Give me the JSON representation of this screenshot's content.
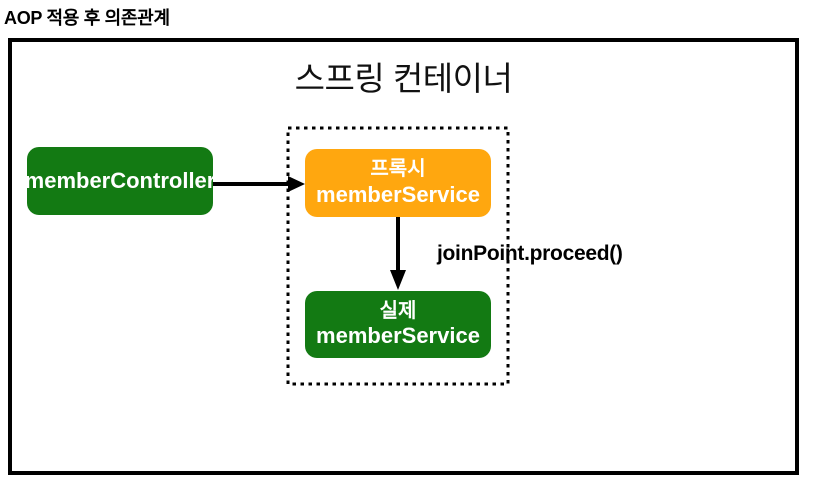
{
  "title": "AOP 적용 후 의존관계",
  "diagram": {
    "container_label": "스프링 컨테이너",
    "boundary_style": "dotted",
    "nodes": {
      "member_controller": {
        "label": "memberController",
        "fill": "#137A13",
        "text_color": "#FFFFFF"
      },
      "proxy_member_service": {
        "line1": "프록시",
        "line2": "memberService",
        "fill": "#FFA70F",
        "text_color": "#FFFFFF"
      },
      "actual_member_service": {
        "line1": "실제",
        "line2": "memberService",
        "fill": "#137A13",
        "text_color": "#FFFFFF"
      }
    },
    "edges": {
      "controller_to_proxy": {
        "from": "memberController",
        "to": "프록시 memberService",
        "label": ""
      },
      "proxy_to_actual": {
        "from": "프록시 memberService",
        "to": "실제 memberService",
        "label": "joinPoint.proceed()"
      }
    },
    "colors": {
      "node_green": "#137A13",
      "node_orange": "#FFA70F",
      "line_black": "#000000",
      "background": "#FFFFFF"
    }
  }
}
